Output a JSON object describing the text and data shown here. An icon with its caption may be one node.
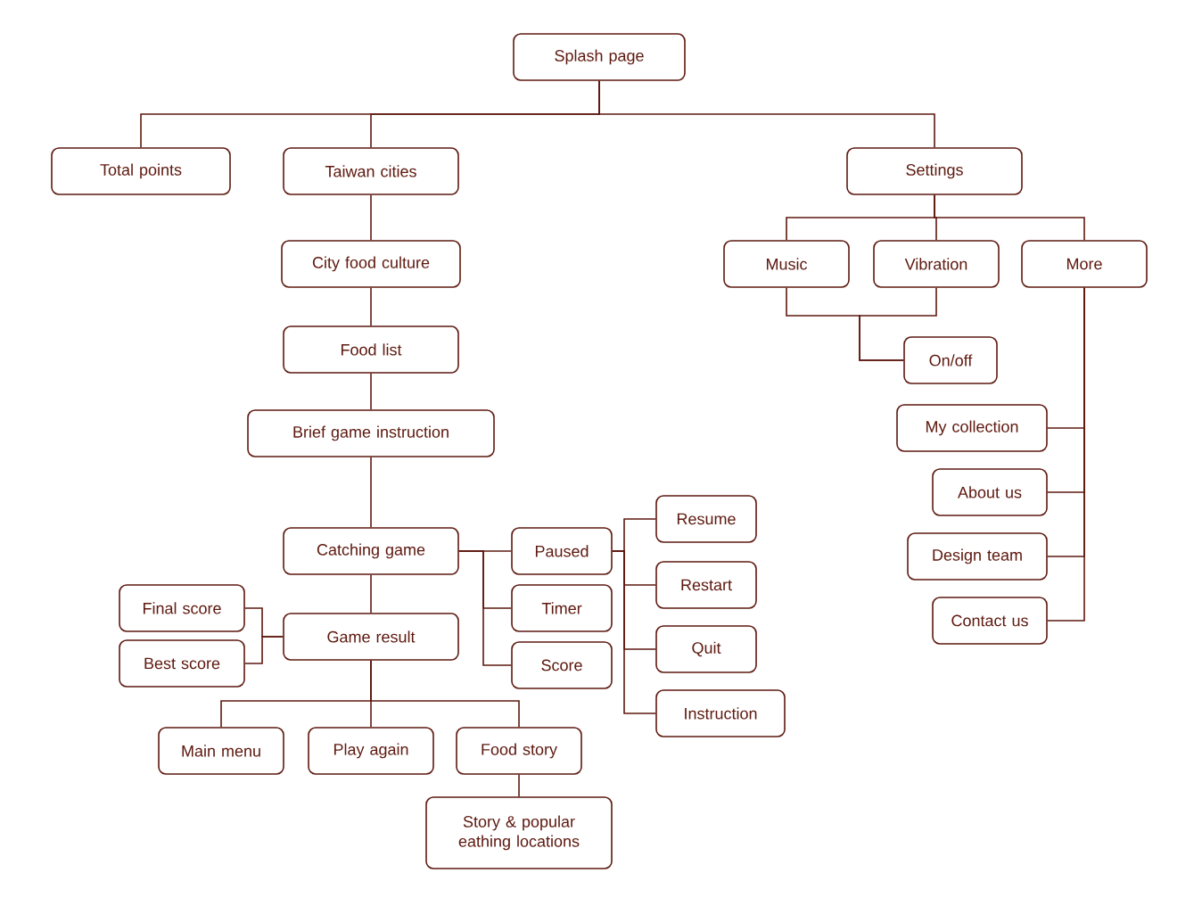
{
  "diagram": {
    "nodes": [
      {
        "text": [
          "Splash page"
        ]
      },
      {
        "text": [
          "Total points"
        ]
      },
      {
        "text": [
          "Taiwan cities"
        ]
      },
      {
        "text": [
          "Settings"
        ]
      },
      {
        "text": [
          "City food culture"
        ]
      },
      {
        "text": [
          "Food list"
        ]
      },
      {
        "text": [
          "Brief game instruction"
        ]
      },
      {
        "text": [
          "Music"
        ]
      },
      {
        "text": [
          "Vibration"
        ]
      },
      {
        "text": [
          "More"
        ]
      },
      {
        "text": [
          "On/off"
        ]
      },
      {
        "text": [
          "My collection"
        ]
      },
      {
        "text": [
          "About us"
        ]
      },
      {
        "text": [
          "Design team"
        ]
      },
      {
        "text": [
          "Contact us"
        ]
      },
      {
        "text": [
          "Catching game"
        ]
      },
      {
        "text": [
          "Paused"
        ]
      },
      {
        "text": [
          "Timer"
        ]
      },
      {
        "text": [
          "Score"
        ]
      },
      {
        "text": [
          "Resume"
        ]
      },
      {
        "text": [
          "Restart"
        ]
      },
      {
        "text": [
          "Quit"
        ]
      },
      {
        "text": [
          "Instruction"
        ]
      },
      {
        "text": [
          "Final score"
        ]
      },
      {
        "text": [
          "Best score"
        ]
      },
      {
        "text": [
          "Game result"
        ]
      },
      {
        "text": [
          "Main menu"
        ]
      },
      {
        "text": [
          "Play again"
        ]
      },
      {
        "text": [
          "Food story"
        ]
      },
      {
        "text": [
          "Story & popular eathing locations"
        ]
      }
    ],
    "edges": [
      {
        "from": 0,
        "to": 1,
        "arrow": "none"
      },
      {
        "from": 0,
        "to": 2,
        "arrow": "none"
      },
      {
        "from": 0,
        "to": 3,
        "arrow": "none"
      },
      {
        "from": 2,
        "to": 4,
        "arrow": "none"
      },
      {
        "from": 4,
        "to": 5,
        "arrow": "none"
      },
      {
        "from": 5,
        "to": 6,
        "arrow": "none"
      },
      {
        "from": 6,
        "to": 15,
        "arrow": "none"
      },
      {
        "from": 3,
        "to": 7,
        "arrow": "none"
      },
      {
        "from": 3,
        "to": 8,
        "arrow": "none"
      },
      {
        "from": 3,
        "to": 9,
        "arrow": "none"
      },
      {
        "from": 7,
        "to": 10,
        "arrow": "none"
      },
      {
        "from": 8,
        "to": 10,
        "arrow": "none"
      },
      {
        "from": 9,
        "to": 11,
        "arrow": "none"
      },
      {
        "from": 9,
        "to": 12,
        "arrow": "none"
      },
      {
        "from": 9,
        "to": 13,
        "arrow": "none"
      },
      {
        "from": 9,
        "to": 14,
        "arrow": "none"
      },
      {
        "from": 15,
        "to": 16,
        "arrow": "none"
      },
      {
        "from": 15,
        "to": 17,
        "arrow": "none"
      },
      {
        "from": 15,
        "to": 18,
        "arrow": "none"
      },
      {
        "from": 16,
        "to": 19,
        "arrow": "none"
      },
      {
        "from": 16,
        "to": 20,
        "arrow": "none"
      },
      {
        "from": 16,
        "to": 21,
        "arrow": "none"
      },
      {
        "from": 16,
        "to": 22,
        "arrow": "none"
      },
      {
        "from": 15,
        "to": 25,
        "arrow": "none"
      },
      {
        "from": 25,
        "to": 23,
        "arrow": "none"
      },
      {
        "from": 25,
        "to": 24,
        "arrow": "none"
      },
      {
        "from": 25,
        "to": 26,
        "arrow": "none"
      },
      {
        "from": 25,
        "to": 27,
        "arrow": "none"
      },
      {
        "from": 25,
        "to": 28,
        "arrow": "none"
      },
      {
        "from": 28,
        "to": 29,
        "arrow": "none"
      }
    ]
  }
}
